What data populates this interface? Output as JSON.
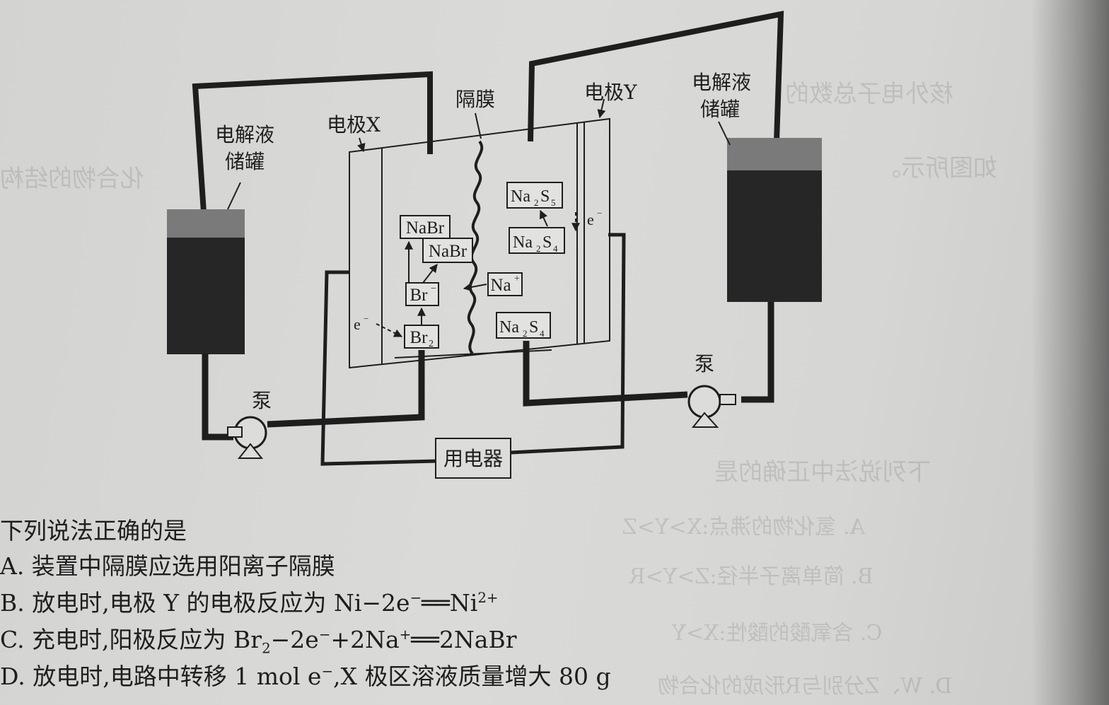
{
  "diagram": {
    "tank_left_label_1": "电解液",
    "tank_left_label_2": "储罐",
    "tank_right_label_1": "电解液",
    "tank_right_label_2": "储罐",
    "electrode_x": "电极X",
    "electrode_y": "电极Y",
    "membrane": "隔膜",
    "pump": "泵",
    "load": "用电器",
    "electron": "e",
    "electron_sup": "−",
    "species": {
      "nabr_top": "NaBr",
      "nabr_mid": "NaBr",
      "br_ion": "Br",
      "br_ion_sup": "−",
      "br2": "Br",
      "br2_sub": "2",
      "na_ion": "Na",
      "na_ion_sup": "+",
      "na2s5_a": "Na",
      "na2s5_sub1": "2",
      "na2s5_b": "S",
      "na2s5_sub2": "5",
      "na2s4_top_a": "Na",
      "na2s4_top_sub1": "2",
      "na2s4_top_b": "S",
      "na2s4_top_sub2": "4",
      "na2s4_bot_a": "Na",
      "na2s4_bot_sub1": "2",
      "na2s4_bot_b": "S",
      "na2s4_bot_sub2": "4"
    }
  },
  "question": {
    "stem": "下列说法正确的是",
    "a": "A. 装置中隔膜应选用阳离子隔膜",
    "b_text": "B. 放电时,电极 Y 的电极反应为 Ni−2e",
    "b_sup1": "−",
    "b_eq": "══Ni",
    "b_sup2": "2+",
    "c_text": "C. 充电时,阳极反应为 Br",
    "c_sub": "2",
    "c_mid": "−2e",
    "c_sup1": "−",
    "c_mid2": "+2Na",
    "c_sup2": "+",
    "c_end": "══2NaBr",
    "d_text": "D. 放电时,电路中转移 1 mol e",
    "d_sup": "−",
    "d_end": ",X 极区溶液质量增大 80 g"
  },
  "bleed_through": {
    "line1": "下列说法中正确的是",
    "line2": "A. 氢化物的沸点:X>Y>Z",
    "line3": "B. 简单离子半径:Z>Y>R",
    "line4": "C. 含氧酸的酸性:X>Y",
    "line5": "D. W、Z分别与R形成的化合物",
    "line6": "核外电子总数的",
    "line7": "如图所示。",
    "line8": "化合物的结构"
  }
}
